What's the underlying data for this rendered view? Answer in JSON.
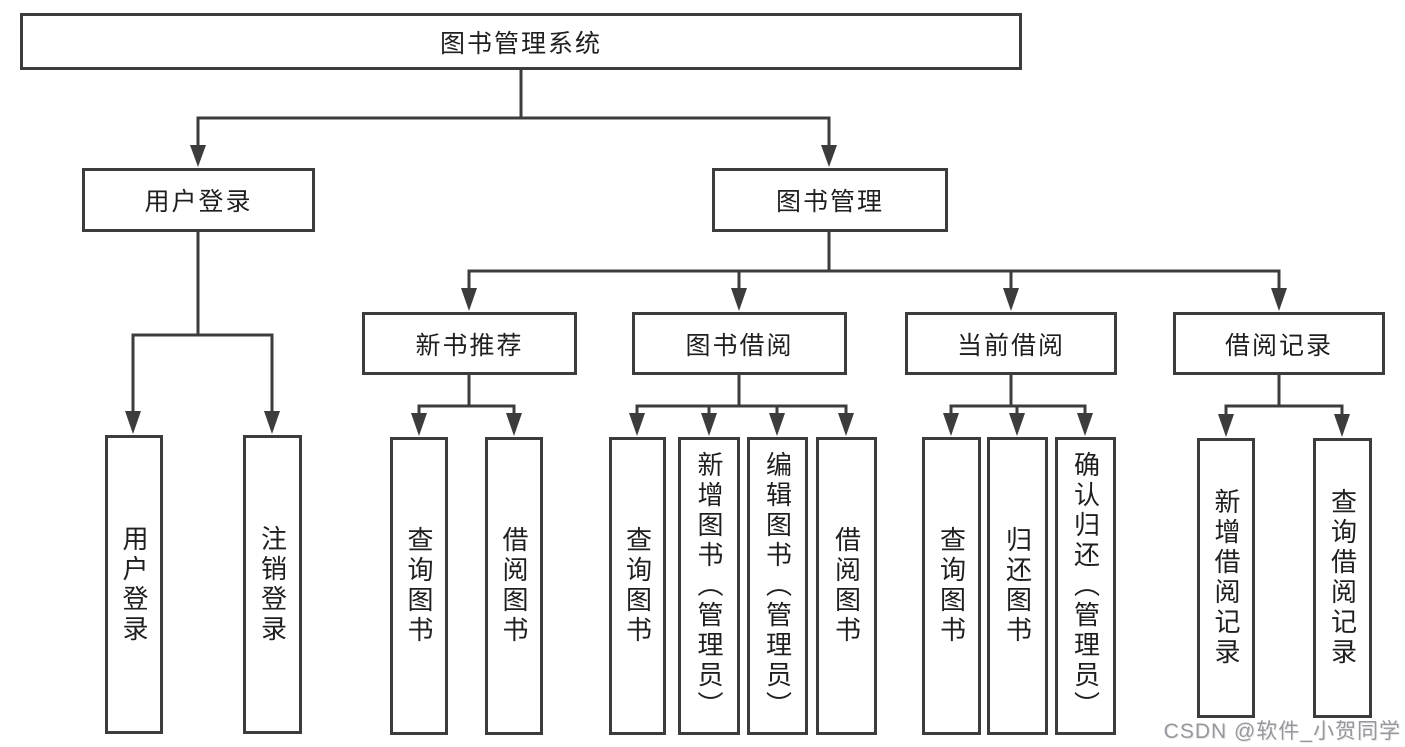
{
  "diagram": {
    "root": "图书管理系统",
    "branches": {
      "user": {
        "label": "用户登录",
        "children": [
          "用户登录",
          "注销登录"
        ]
      },
      "books": {
        "label": "图书管理",
        "sections": {
          "new": {
            "label": "新书推荐",
            "children": [
              "查询图书",
              "借阅图书"
            ]
          },
          "borrow": {
            "label": "图书借阅",
            "children": [
              "查询图书",
              "新增图书（管理员）",
              "编辑图书（管理员）",
              "借阅图书"
            ]
          },
          "current": {
            "label": "当前借阅",
            "children": [
              "查询图书",
              "归还图书",
              "确认归还（管理员）"
            ]
          },
          "records": {
            "label": "借阅记录",
            "children": [
              "新增借阅记录",
              "查询借阅记录"
            ]
          }
        }
      }
    }
  },
  "watermark": "CSDN @软件_小贺同学",
  "colors": {
    "line": "#3c3c3c",
    "text": "#1f1f1f",
    "watermark": "#96989d",
    "background": "#ffffff"
  }
}
